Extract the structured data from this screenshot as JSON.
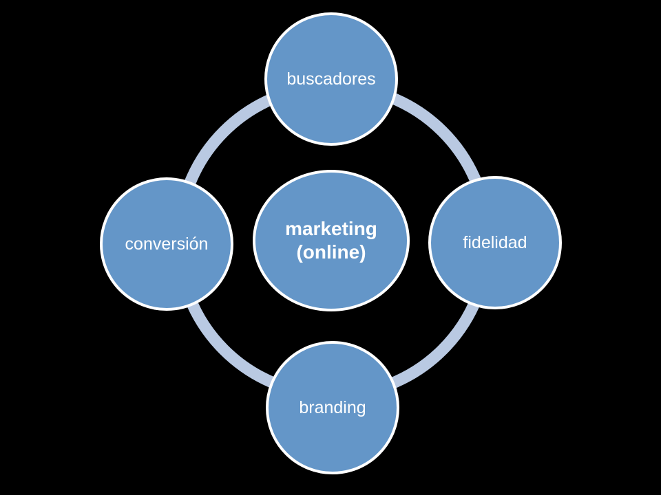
{
  "diagram": {
    "center": {
      "line1": "marketing",
      "line2": "(online)"
    },
    "nodes": {
      "top": "buscadores",
      "right": "fidelidad",
      "bottom": "branding",
      "left": "conversión"
    }
  },
  "colors": {
    "background": "#000000",
    "node_fill": "#6496c8",
    "node_border": "#ffffff",
    "ring": "#b9c9e2",
    "text": "#ffffff"
  }
}
